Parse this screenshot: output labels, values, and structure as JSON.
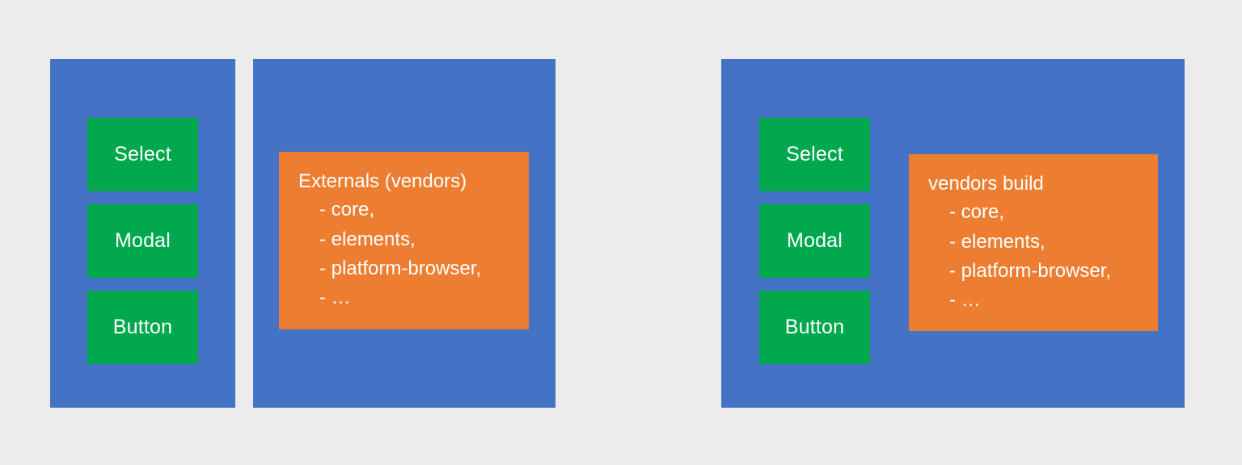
{
  "diagram": {
    "background_color": "#ececec",
    "palette": {
      "panel_blue": "#4472C4",
      "box_green": "#00A84D",
      "box_orange": "#ED7D31",
      "text_white": "#FFFFFF"
    },
    "groups": [
      {
        "id": "left-group",
        "panels": [
          {
            "id": "left-components-panel",
            "kind": "blue-panel",
            "components": [
              {
                "label": "Select"
              },
              {
                "label": "Modal"
              },
              {
                "label": "Button"
              }
            ]
          },
          {
            "id": "left-externals-panel",
            "kind": "blue-panel",
            "note": {
              "title": "Externals (vendors)",
              "items": [
                "-  core,",
                "-  elements,",
                "-  platform-browser,",
                "-  …"
              ]
            }
          }
        ]
      },
      {
        "id": "right-group",
        "panels": [
          {
            "id": "right-combined-panel",
            "kind": "blue-panel",
            "components": [
              {
                "label": "Select"
              },
              {
                "label": "Modal"
              },
              {
                "label": "Button"
              }
            ],
            "note": {
              "title": "vendors build",
              "items": [
                "-  core,",
                "-  elements,",
                "-  platform-browser,",
                "-  …"
              ]
            }
          }
        ]
      }
    ]
  }
}
